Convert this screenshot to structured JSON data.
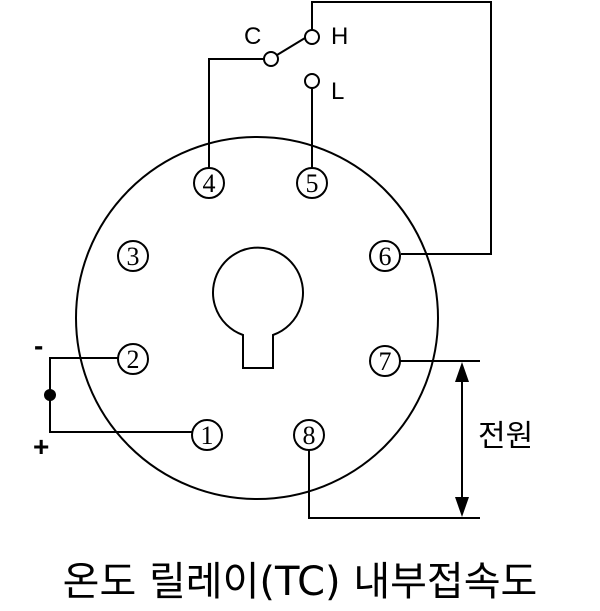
{
  "pins": [
    {
      "id": "pin1",
      "label": "1"
    },
    {
      "id": "pin2",
      "label": "2"
    },
    {
      "id": "pin3",
      "label": "3"
    },
    {
      "id": "pin4",
      "label": "4"
    },
    {
      "id": "pin5",
      "label": "5"
    },
    {
      "id": "pin6",
      "label": "6"
    },
    {
      "id": "pin7",
      "label": "7"
    },
    {
      "id": "pin8",
      "label": "8"
    }
  ],
  "switch": {
    "common": "C",
    "high": "H",
    "low": "L"
  },
  "polarity": {
    "negative": "-",
    "positive": "+"
  },
  "power_label": "전원",
  "caption": "온도 릴레이(TC) 내부접속도"
}
